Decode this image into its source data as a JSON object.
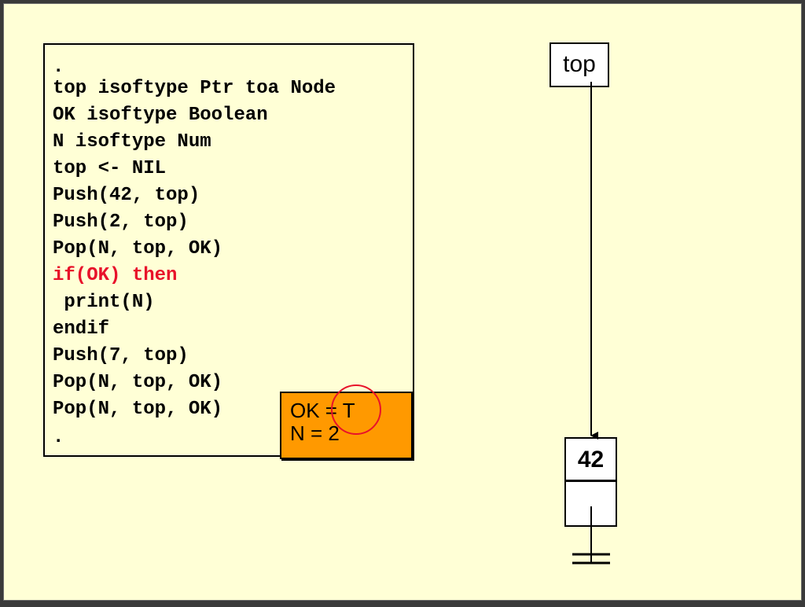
{
  "code": {
    "lines": [
      {
        "text": ".",
        "highlight": false
      },
      {
        "text": "top isoftype Ptr toa Node",
        "highlight": false
      },
      {
        "text": "OK isoftype Boolean",
        "highlight": false
      },
      {
        "text": "N isoftype Num",
        "highlight": false
      },
      {
        "text": "top <- NIL",
        "highlight": false
      },
      {
        "text": "Push(42, top)",
        "highlight": false
      },
      {
        "text": "Push(2, top)",
        "highlight": false
      },
      {
        "text": "Pop(N, top, OK)",
        "highlight": false
      },
      {
        "text": "if(OK) then",
        "highlight": true
      },
      {
        "text": " print(N)",
        "highlight": false
      },
      {
        "text": "endif",
        "highlight": false
      },
      {
        "text": "Push(7, top)",
        "highlight": false
      },
      {
        "text": "Pop(N, top, OK)",
        "highlight": false
      },
      {
        "text": "Pop(N, top, OK)",
        "highlight": false
      },
      {
        "text": ".",
        "highlight": false
      }
    ]
  },
  "result": {
    "line1": "OK = T",
    "line2": "N = 2"
  },
  "stack": {
    "pointer_label": "top",
    "node_value": "42"
  },
  "colors": {
    "background": "#ffffd6",
    "highlight_text": "#e8122a",
    "result_box": "#ff9900",
    "circle": "#e8122a"
  }
}
